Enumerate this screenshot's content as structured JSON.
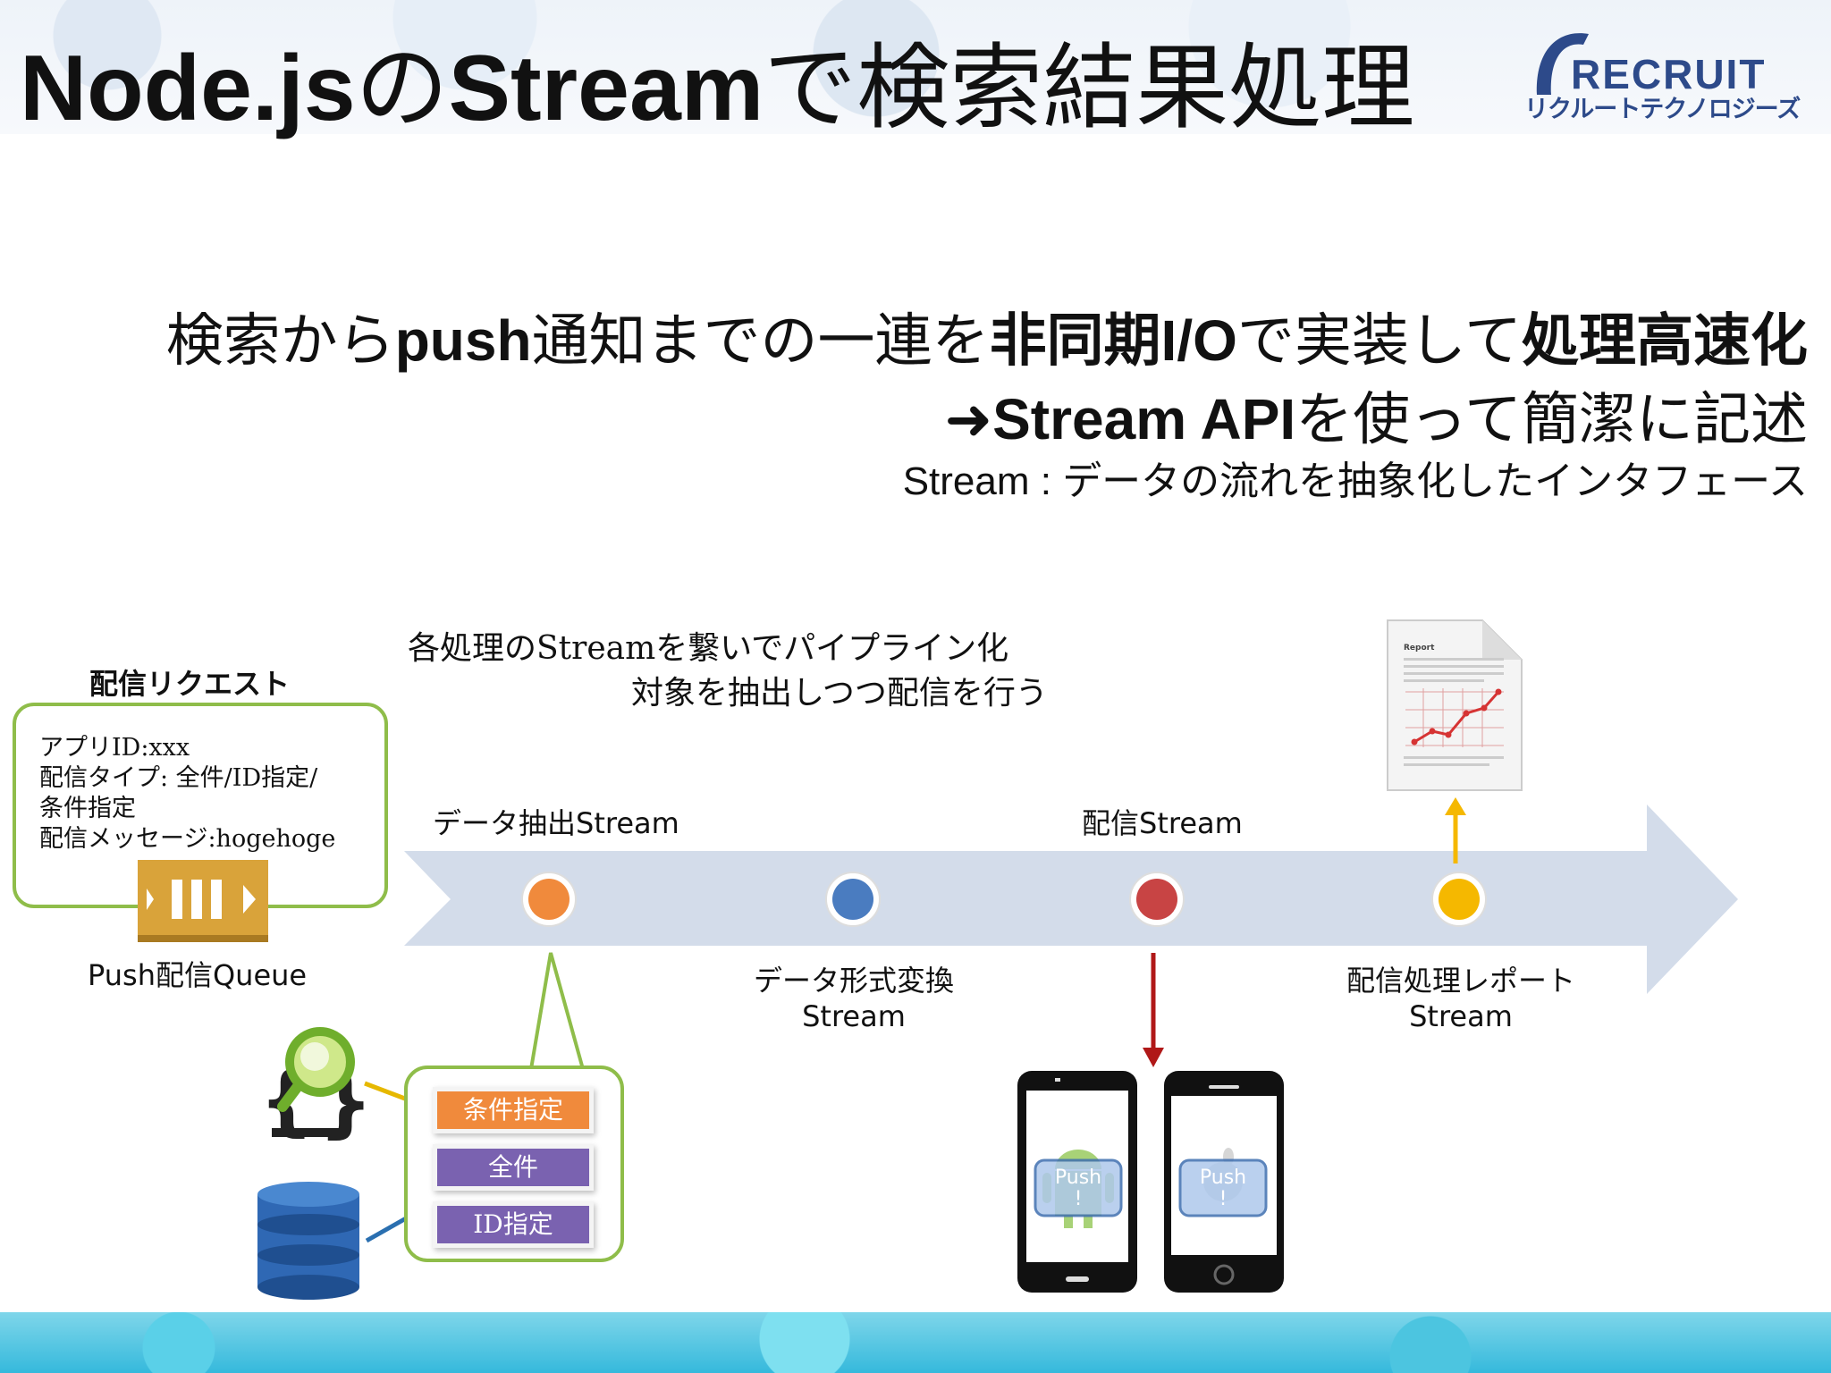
{
  "slide": {
    "title_latin1": "Node.js",
    "title_no": "の",
    "title_latin2": "Stream",
    "title_jp": "で検索結果処理",
    "logo_text": "RECRUIT",
    "logo_subtext": "リクルートテクノロジーズ"
  },
  "summary": {
    "l1_a": "検索から",
    "l1_b": "push",
    "l1_c": "通知までの一連を",
    "l1_d": "非同期I/O",
    "l1_e": "で実装して",
    "l1_f": "処理高速化",
    "l2_a": "➜Stream API",
    "l2_b": "を使って簡潔に記述",
    "l3_a": "Stream : ",
    "l3_b": "データの流れを抽象化したインタフェース"
  },
  "pipeline": {
    "caption1": "各処理のStreamを繋いでパイプライン化",
    "caption2": "対象を抽出しつつ配信を行う",
    "stages_top": [
      "データ抽出Stream",
      "配信Stream"
    ],
    "stages_bottom": [
      {
        "line1": "データ形式変換",
        "line2": "Stream"
      },
      {
        "line1": "配信処理レポート",
        "line2": "Stream"
      }
    ],
    "colors": {
      "extract": "#f08a3c",
      "convert": "#4a7cc0",
      "deliver": "#c84444",
      "report": "#f5b800",
      "arrow": "#d3dcea"
    }
  },
  "request": {
    "title": "配信リクエスト",
    "lines": [
      "アプリID:xxx",
      "配信タイプ: 全件/ID指定/",
      "条件指定",
      "配信メッセージ:hogehoge"
    ],
    "queue_label": "Push配信Queue"
  },
  "filters": {
    "options": [
      "条件指定",
      "全件",
      "ID指定"
    ],
    "colors": [
      "#f08a3c",
      "#7a62b0",
      "#7a62b0"
    ]
  },
  "phones": {
    "android_label": "Push\n!",
    "ios_label": "Push\n!"
  },
  "report_doc": {
    "title": "Report"
  }
}
